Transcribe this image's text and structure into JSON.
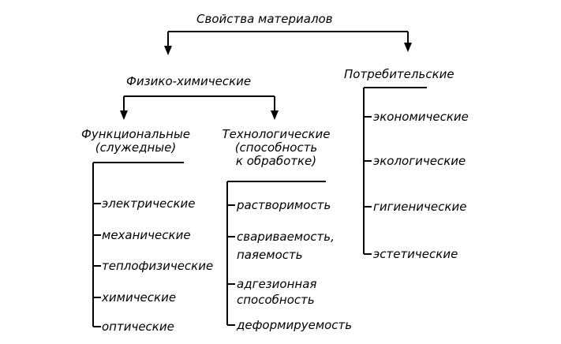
{
  "root": "Свойства материалов",
  "branches": {
    "physchem": {
      "title": "Физико-химические",
      "functional": {
        "title_line1": "Функциональные",
        "title_line2": "(служедные)",
        "items": [
          "электрические",
          "механические",
          "теплофизические",
          "химические",
          "оптические"
        ]
      },
      "technological": {
        "title_line1": "Технологические",
        "title_line2": "(способность",
        "title_line3": "к обработке)",
        "items": [
          {
            "line1": "растворимость"
          },
          {
            "line1": "свариваемость,",
            "line2": "паяемость"
          },
          {
            "line1": "адгезионная",
            "line2": "способность"
          },
          {
            "line1": "деформируемость"
          }
        ]
      }
    },
    "consumer": {
      "title": "Потребительские",
      "items": [
        "экономические",
        "экологические",
        "гигиенические",
        "эстетические"
      ]
    }
  }
}
